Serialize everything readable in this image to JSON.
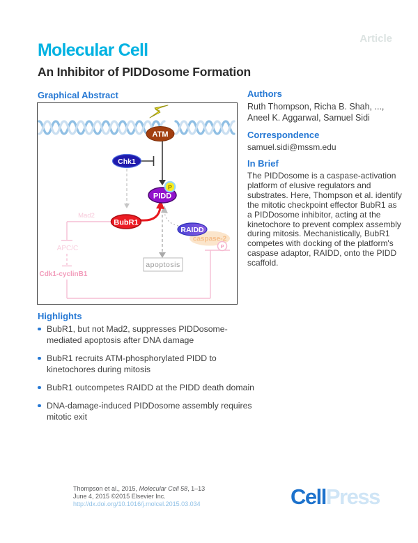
{
  "page": {
    "article_label": "Article",
    "journal_name": "Molecular Cell",
    "paper_title": "An Inhibitor of PIDDosome Formation"
  },
  "colors": {
    "journal_cyan": "#00b2e2",
    "heading_blue": "#2779d4",
    "article_label_gray": "#dce3e2",
    "logo_cell_blue": "#1d72cc",
    "logo_press_blue": "#cfe5f6",
    "node_atm_rust": "#a23f10",
    "node_chk1_navy": "#1f1aac",
    "node_pidd_purple": "#9213cc",
    "node_bubr1_red": "#ec1c24",
    "node_raidd_blue": "#4b43d6",
    "phospho_yellow": "#f8ec1e",
    "faded_pink": "#f5bed4",
    "faded_peach": "#fbe5cb"
  },
  "graphical_abstract": {
    "heading": "Graphical Abstract",
    "nodes": {
      "atm": "ATM",
      "chk1": "Chk1",
      "pidd": "PIDD",
      "phospho_badge": "P",
      "bubr1": "BubR1",
      "raidd": "RAIDD",
      "caspase2": "caspase-2",
      "phospho_badge2": "P",
      "mad2": "Mad2",
      "apc_c": "APC/C",
      "cdk1_cyclinb1": "Cdk1-cyclinB1",
      "apoptosis": "apoptosis"
    }
  },
  "authors": {
    "heading": "Authors",
    "names_line1": "Ruth Thompson, Richa B. Shah, ...,",
    "names_line2": "Aneel K. Aggarwal, Samuel Sidi"
  },
  "correspondence": {
    "heading": "Correspondence",
    "email": "samuel.sidi@mssm.edu"
  },
  "in_brief": {
    "heading": "In Brief",
    "text": "The PIDDosome is a caspase-activation platform of elusive regulators and substrates. Here, Thompson et al. identify the mitotic checkpoint effector BubR1 as a PIDDosome inhibitor, acting at the kinetochore to prevent complex assembly during mitosis. Mechanistically, BubR1 competes with docking of the platform's caspase adaptor, RAIDD, onto the PIDD scaffold."
  },
  "highlights": {
    "heading": "Highlights",
    "items": [
      "BubR1, but not Mad2, suppresses PIDDosome-mediated apoptosis after DNA damage",
      "BubR1 recruits ATM-phosphorylated PIDD to kinetochores during mitosis",
      "BubR1 outcompetes RAIDD at the PIDD death domain",
      "DNA-damage-induced PIDDosome assembly requires mitotic exit"
    ]
  },
  "footer": {
    "citation_pre": "Thompson et al., 2015, ",
    "citation_journal_vol": "Molecular Cell 58",
    "citation_post": ", 1–13",
    "date_copyright": "June 4, 2015 ©2015 Elsevier Inc.",
    "doi_url": "http://dx.doi.org/10.1016/j.molcel.2015.03.034"
  },
  "logo": {
    "cell": "Cell",
    "press": "Press"
  }
}
